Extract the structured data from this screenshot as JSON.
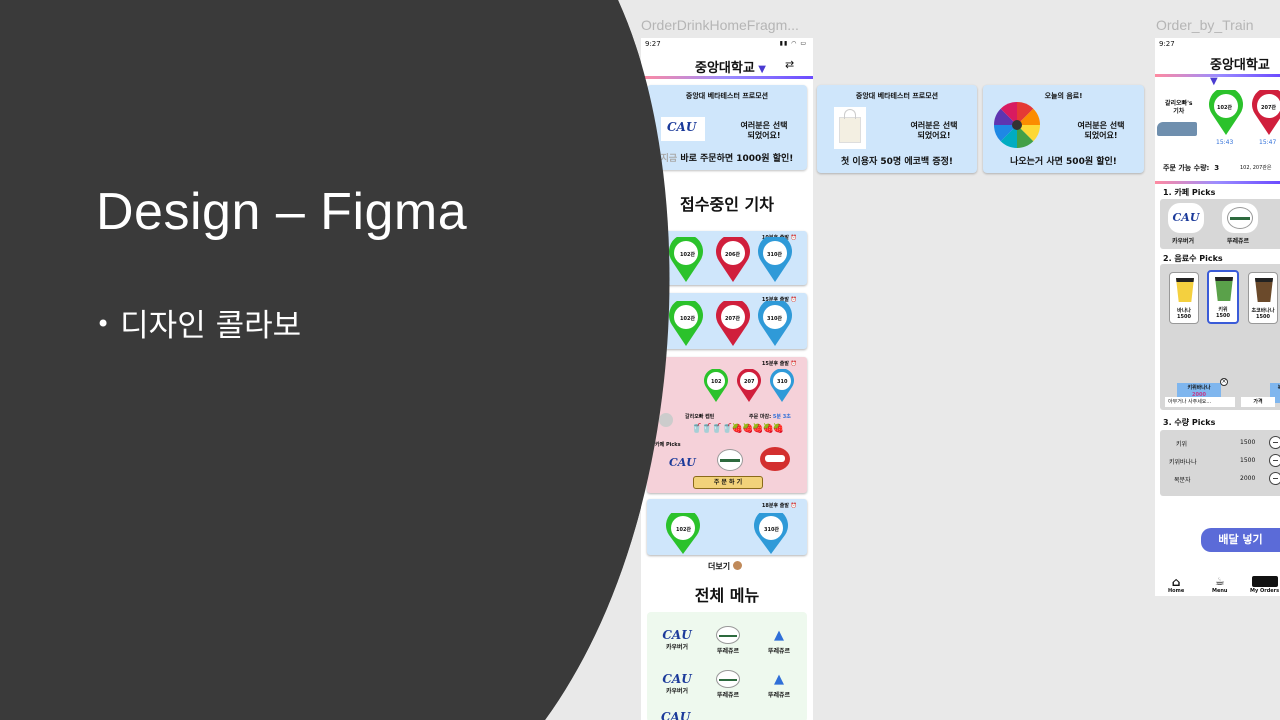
{
  "slide": {
    "title": "Design – Figma",
    "bullet": "디자인 콜라보"
  },
  "frames": {
    "left_label": "OrderDrinkHomeFragm...",
    "right_label": "Order_by_Train"
  },
  "home": {
    "status_time": "9:27",
    "app_title": "중앙대학교",
    "promo_cards": [
      {
        "title": "중앙대 베타테스터 프로모션",
        "message": "여러분은 선택\n되었어요!",
        "footer_dim": "지금",
        "footer": "바로 주문하면 1000원 할인!",
        "logo": "CAU"
      },
      {
        "title": "중앙대 베타테스터 프로모션",
        "message": "여러분은 선택\n되었어요!",
        "footer": "첫 이용자 50명 에코백 증정!"
      },
      {
        "title": "오늘의 음료!",
        "message": "여러분은 선택\n되었어요!",
        "footer": "나오는거 사면 500원 할인!"
      }
    ],
    "trains_heading": "접수중인 기차",
    "trains": [
      {
        "leave": "10분후 출발",
        "pins": [
          "102관",
          "206관",
          "310관"
        ]
      },
      {
        "leave": "15분후 출발",
        "pins": [
          "102관",
          "207관",
          "310관"
        ]
      },
      {
        "leave": "15분후 출발",
        "pins": [
          "102",
          "207",
          "310"
        ],
        "cafe_label": "갈리오빠 켑틴",
        "order_deadline": "주문 마감:",
        "deadline_value": "5분 3초",
        "picks_label": "카페 Picks",
        "order_button": "주 문 하 기"
      },
      {
        "leave": "18분후 출발",
        "pins": [
          "102관",
          "310관"
        ]
      }
    ],
    "more": "더보기",
    "menu_heading": "전체 메뉴",
    "menu_items": [
      {
        "logo": "CAU",
        "label": "카우버거"
      },
      {
        "logo": "",
        "label": "뚜레쥬르"
      },
      {
        "logo": "",
        "label": "뚜레쥬르"
      },
      {
        "logo": "CAU",
        "label": "카우버거"
      },
      {
        "logo": "",
        "label": "뚜레쥬르"
      },
      {
        "logo": "",
        "label": "뚜레쥬르"
      }
    ]
  },
  "order": {
    "status_time": "9:27",
    "app_title": "중앙대학교",
    "train_name": "갈리오빠's\n기차",
    "pins": [
      "102관",
      "207관"
    ],
    "times": [
      "15:43",
      "15:47"
    ],
    "available_label": "주문 가능 수량:",
    "available_value": "3",
    "available_where": "102, 207관은",
    "cafe_picks": "1. 카페 Picks",
    "cafes": [
      "카우버거",
      "뚜레쥬르"
    ],
    "drink_picks": "2. 음료수 Picks",
    "drinks": [
      {
        "name": "바나나",
        "price": "1500",
        "color": "#f4d03f"
      },
      {
        "name": "키위",
        "price": "1500",
        "color": "#5aa14a"
      },
      {
        "name": "초코바나나",
        "price": "1500",
        "color": "#6b4a2b"
      }
    ],
    "tag_primary": "키위바나나",
    "tag_primary_price": "2000",
    "tag_secondary": "복",
    "search_placeholder": "아무거나 사주세요...",
    "price_button": "가격",
    "qty_picks": "3. 수량 Picks",
    "qty_rows": [
      {
        "name": "키위",
        "price": "1500"
      },
      {
        "name": "키위바나나",
        "price": "1500"
      },
      {
        "name": "복분자",
        "price": "2000"
      }
    ],
    "cta": "배달 넣기",
    "nav": [
      "Home",
      "Menu",
      "My Orders"
    ]
  },
  "colors": {
    "dark_panel": "#3a3a3a",
    "pin_green": "#2bc22b",
    "pin_red": "#d01f3c",
    "pin_blue": "#2f9ad8",
    "card_blue": "#cfe6fb",
    "card_pink": "#f5d1d9",
    "accent": "#5b6bd8"
  }
}
